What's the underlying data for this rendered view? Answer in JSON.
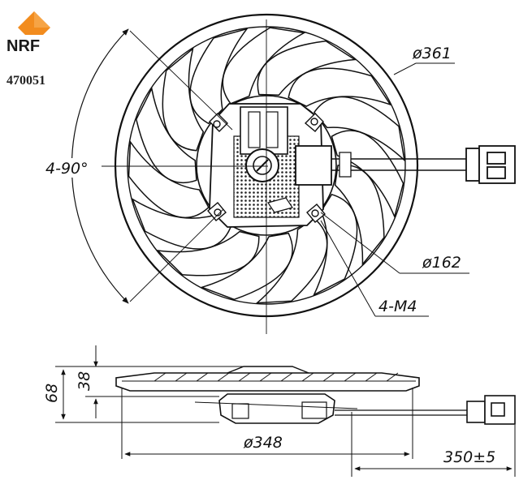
{
  "brand": {
    "logo_text": "NRF",
    "part_number": "470051",
    "accent_color": "#f28c1e"
  },
  "annotations": {
    "outer_diameter": "ø361",
    "bolt_circle_diameter": "ø162",
    "angle_spacing": "4-90°",
    "thread": "4-M4"
  },
  "side_view": {
    "overall_height": "68",
    "upper_height": "38",
    "ring_diameter": "ø348",
    "cable_length": "350±5"
  }
}
